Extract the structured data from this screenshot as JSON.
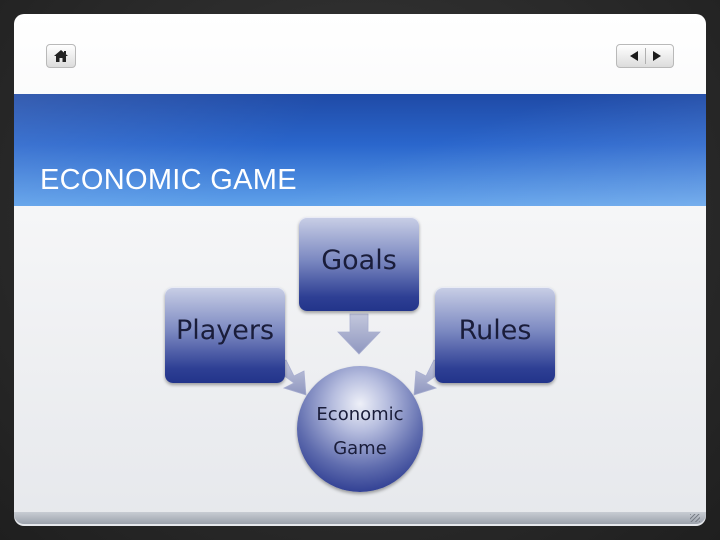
{
  "slide": {
    "title": "ECONOMIC GAME",
    "accent_color": "#2a66cc",
    "box_color": "#2e3f94"
  },
  "navigation": {
    "home_icon": "home-icon",
    "prev_icon": "triangle-left-icon",
    "next_icon": "triangle-right-icon"
  },
  "diagram": {
    "nodes": {
      "goals": "Goals",
      "players": "Players",
      "rules": "Rules"
    },
    "center": {
      "line1": "Economic",
      "line2": "Game"
    },
    "edges": [
      {
        "from": "goals",
        "to": "center"
      },
      {
        "from": "players",
        "to": "center"
      },
      {
        "from": "rules",
        "to": "center"
      }
    ]
  }
}
